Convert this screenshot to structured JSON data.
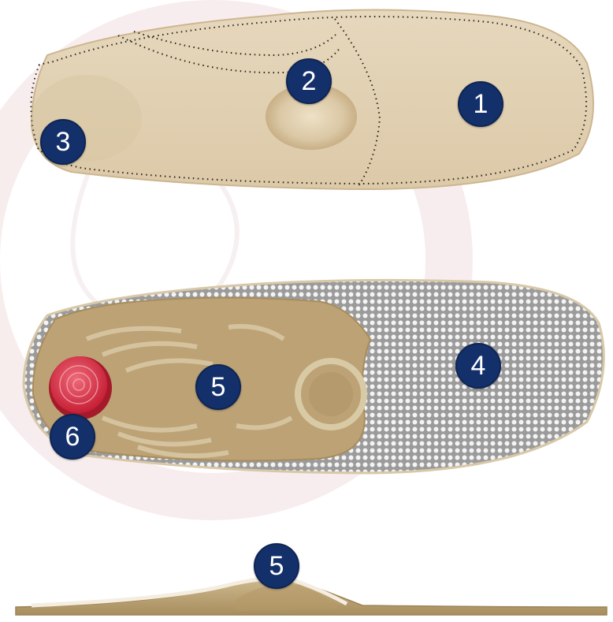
{
  "colors": {
    "badge_fill": "#14306a",
    "badge_text": "#ffffff",
    "leather": "#e2d3b6",
    "perforated_mesh": "#f1f1f1",
    "cork": "#b9a173",
    "heel_pad": "#d7283f",
    "watermark": "#f5e6e6"
  },
  "views": {
    "top": {
      "callouts": [
        {
          "number": "1",
          "part": "forefoot-leather"
        },
        {
          "number": "2",
          "part": "metatarsal-pad"
        },
        {
          "number": "3",
          "part": "heel-cup"
        }
      ]
    },
    "bottom": {
      "callouts": [
        {
          "number": "4",
          "part": "perforated-base"
        },
        {
          "number": "5",
          "part": "cork-arch-support"
        },
        {
          "number": "6",
          "part": "heel-cushion"
        }
      ]
    },
    "side": {
      "callouts": [
        {
          "number": "5",
          "part": "cork-arch-support"
        }
      ]
    }
  }
}
